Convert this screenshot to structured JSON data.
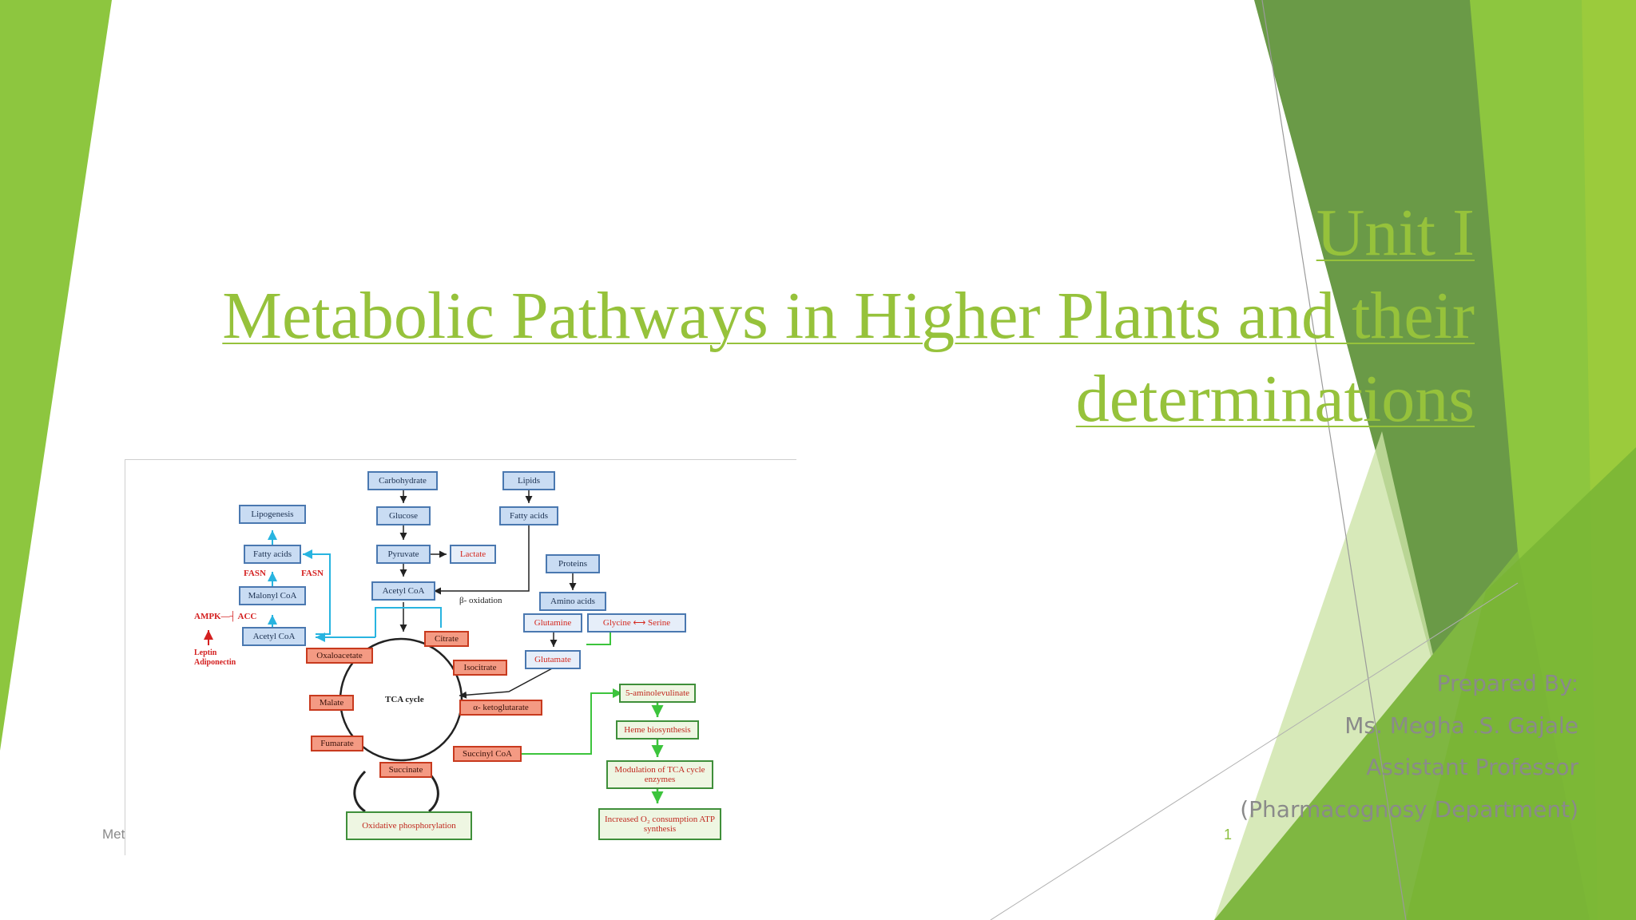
{
  "slide": {
    "title_line1": "Unit I",
    "title_line2": "Metabolic Pathways in Higher Plants and their",
    "title_line3": "determinations",
    "prepared_by": "Prepared By:",
    "author": "Ms. Megha .S. Gajale",
    "role": "Assistant Professor",
    "department": "(Pharmacognosy Department)",
    "footer_text": "Met",
    "page_number": "1"
  },
  "diagram": {
    "carbohydrate": "Carbohydrate",
    "lipids": "Lipids",
    "glucose": "Glucose",
    "fatty_acids_top": "Fatty acids",
    "pyruvate": "Pyruvate",
    "lactate": "Lactate",
    "proteins": "Proteins",
    "acetyl_coa_center": "Acetyl CoA",
    "beta_oxidation": "β- oxidation",
    "amino_acids": "Amino acids",
    "glutamine": "Glutamine",
    "glycine_serine": "Glycine ⟷ Serine",
    "glutamate": "Glutamate",
    "lipogenesis": "Lipogenesis",
    "fatty_acids_left": "Fatty acids",
    "fasn_left": "FASN",
    "fasn_right": "FASN",
    "malonyl_coa": "Malonyl CoA",
    "ampk_acc": "AMPK—┤ ACC",
    "acetyl_coa_left": "Acetyl CoA",
    "leptin_adiponectin": "Leptin\nAdiponectin",
    "citrate": "Citrate",
    "oxaloacetate": "Oxaloacetate",
    "isocitrate": "Isocitrate",
    "tca_cycle": "TCA cycle",
    "malate": "Malate",
    "alpha_ketoglutarate": "α- ketoglutarate",
    "fumarate": "Fumarate",
    "succinyl_coa": "Succinyl CoA",
    "succinate": "Succinate",
    "oxidative_phosphorylation": "Oxidative phosphorylation",
    "aminolevulinate": "5-aminolevulinate",
    "heme_biosynthesis": "Heme biosynthesis",
    "modulation_tca": "Modulation of TCA cycle enzymes",
    "increased_o2": "Increased O₂ consumption ATP synthesis"
  }
}
